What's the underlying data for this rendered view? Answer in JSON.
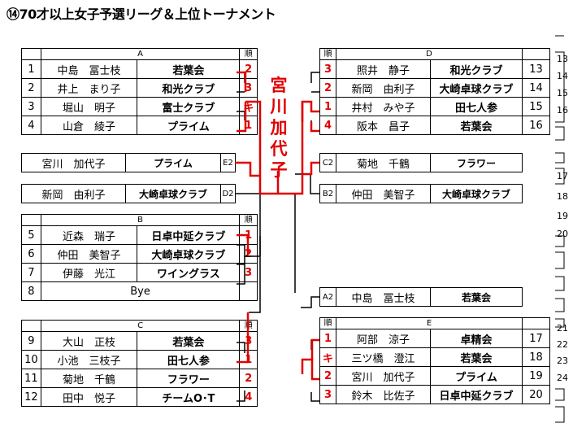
{
  "title": "⑭70才以上女子予選リーグ＆上位トーナメント",
  "rank_header": "順",
  "groups": {
    "A": {
      "label": "A",
      "rows": [
        {
          "num": "1",
          "name": "中島　冨士枝",
          "club": "若葉会",
          "rank": "2"
        },
        {
          "num": "2",
          "name": "井上　まり子",
          "club": "和光クラブ",
          "rank": "3"
        },
        {
          "num": "3",
          "name": "堀山　明子",
          "club": "富士クラブ",
          "rank": "キ"
        },
        {
          "num": "4",
          "name": "山倉　綾子",
          "club": "プライム",
          "rank": "1"
        }
      ]
    },
    "B": {
      "label": "B",
      "rows": [
        {
          "num": "5",
          "name": "近森　瑞子",
          "club": "日卓中延クラブ",
          "rank": "1"
        },
        {
          "num": "6",
          "name": "仲田　美智子",
          "club": "大崎卓球クラブ",
          "rank": "2"
        },
        {
          "num": "7",
          "name": "伊藤　光江",
          "club": "ワイングラス",
          "rank": "3"
        },
        {
          "num": "8",
          "name": "Bye",
          "club": "",
          "rank": ""
        }
      ]
    },
    "C": {
      "label": "C",
      "rows": [
        {
          "num": "9",
          "name": "大山　正枝",
          "club": "若葉会",
          "rank": "3"
        },
        {
          "num": "10",
          "name": "小池　三枝子",
          "club": "田七人参",
          "rank": "1"
        },
        {
          "num": "11",
          "name": "菊地　千鶴",
          "club": "フラワー",
          "rank": "2"
        },
        {
          "num": "12",
          "name": "田中　悦子",
          "club": "チームO･T",
          "rank": "4"
        }
      ]
    },
    "D": {
      "label": "D",
      "rows": [
        {
          "rank": "3",
          "name": "照井　静子",
          "club": "和光クラブ",
          "num": "13"
        },
        {
          "rank": "2",
          "name": "新岡　由利子",
          "club": "大崎卓球クラブ",
          "num": "14"
        },
        {
          "rank": "1",
          "name": "井村　みや子",
          "club": "田七人参",
          "num": "15"
        },
        {
          "rank": "4",
          "name": "阪本　昌子",
          "club": "若葉会",
          "num": "16"
        }
      ]
    },
    "E": {
      "label": "E",
      "rows": [
        {
          "rank": "1",
          "name": "阿部　涼子",
          "club": "卓精会",
          "num": "17"
        },
        {
          "rank": "キ",
          "name": "三ツ橋　澄江",
          "club": "若葉会",
          "num": "18"
        },
        {
          "rank": "2",
          "name": "宮川　加代子",
          "club": "プライム",
          "num": "19"
        },
        {
          "rank": "3",
          "name": "鈴木　比佐子",
          "club": "日卓中延クラブ",
          "num": "20"
        }
      ]
    }
  },
  "bracket_left": [
    {
      "name": "宮川　加代子",
      "club": "プライム",
      "seed": "E2"
    },
    {
      "name": "新岡　由利子",
      "club": "大崎卓球クラブ",
      "seed": "D2"
    }
  ],
  "bracket_right": [
    {
      "seed": "C2",
      "name": "菊地　千鶴",
      "club": "フラワー"
    },
    {
      "seed": "B2",
      "name": "仲田　美智子",
      "club": "大崎卓球クラブ"
    },
    {
      "seed": "A2",
      "name": "中島　冨士枝",
      "club": "若葉会"
    }
  ],
  "champion": [
    "宮",
    "川",
    "加",
    "代",
    "子"
  ],
  "sequence_numbers": [
    "13",
    "14",
    "15",
    "16",
    "17",
    "18",
    "19",
    "20",
    "21",
    "22",
    "23",
    "24"
  ],
  "colors": {
    "winner_line": "#e00000",
    "line": "#000000"
  }
}
